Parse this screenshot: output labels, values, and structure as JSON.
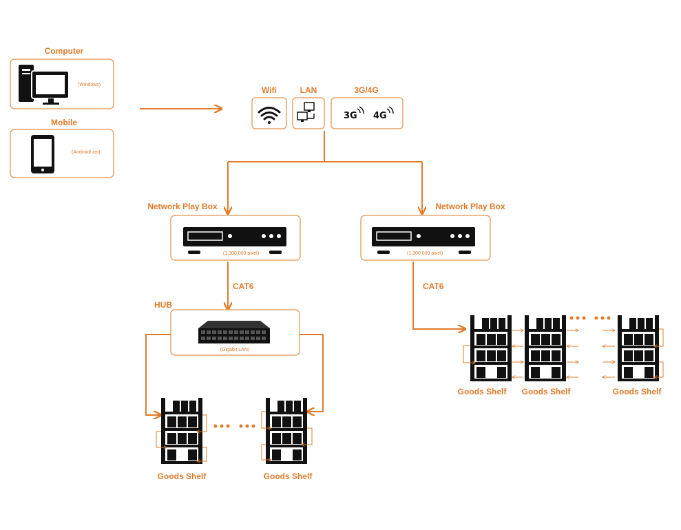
{
  "colors": {
    "accent": "#e07b2a",
    "box_border": "#e8a36c",
    "device": "#111111"
  },
  "sources": {
    "computer": {
      "title": "Computer",
      "sub": "(Windows)",
      "icon": "desktop-computer-icon"
    },
    "mobile": {
      "title": "Mobile",
      "sub": "(Android/ ios)",
      "icon": "smartphone-icon"
    }
  },
  "connections": {
    "wifi": {
      "title": "Wifi",
      "icon": "wifi-icon"
    },
    "lan": {
      "title": "LAN",
      "icon": "lan-icon"
    },
    "cellular": {
      "title": "3G/4G",
      "icon_3g": "3G",
      "icon_4g": "4G"
    }
  },
  "play_boxes": [
    {
      "title": "Network Play Box",
      "sub": "(1,300,000 pixel)"
    },
    {
      "title": "Network Play Box",
      "sub": "(1,300,000 pixel)"
    }
  ],
  "cables": {
    "left": "CAT6",
    "right": "CAT6"
  },
  "hub": {
    "title": "HUB",
    "sub": "(Gigabit LAN)",
    "icon": "network-switch-icon"
  },
  "shelves": {
    "left_first": "Goods Shelf",
    "left_last": "Goods Shelf",
    "right_first": "Goods Shelf",
    "right_second": "Goods Shelf",
    "right_last": "Goods Shelf"
  }
}
